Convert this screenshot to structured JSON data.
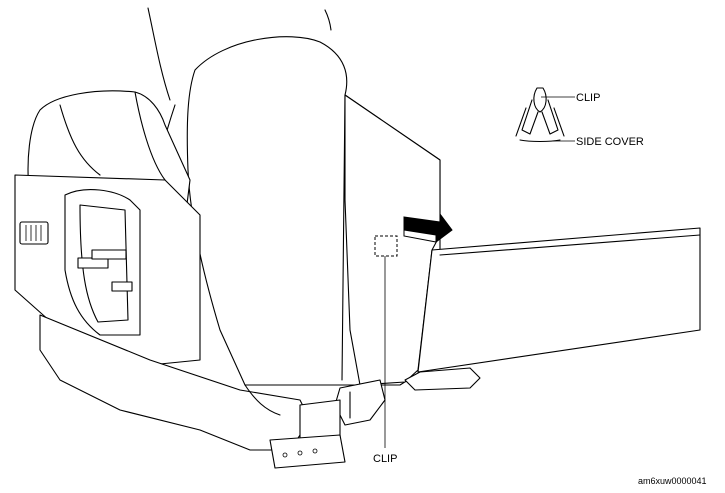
{
  "labels": {
    "clip_top": "CLIP",
    "side_cover": "SIDE COVER",
    "clip_bottom": "CLIP",
    "figure_code": "am6xuw0000041"
  }
}
